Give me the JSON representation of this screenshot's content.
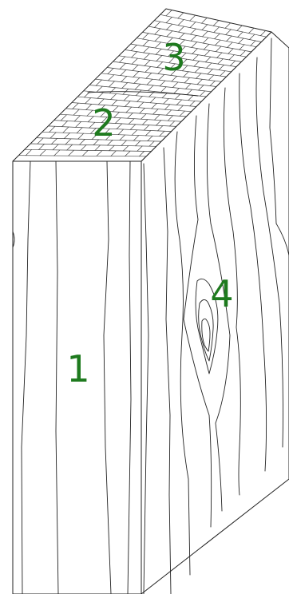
{
  "diagram": {
    "label_color": "#1e7a1e",
    "line_color": "#222222",
    "background": "#ffffff",
    "labels": {
      "front_face": "1",
      "end_grain_front": "2",
      "top_edge": "3",
      "side_face": "4"
    }
  }
}
